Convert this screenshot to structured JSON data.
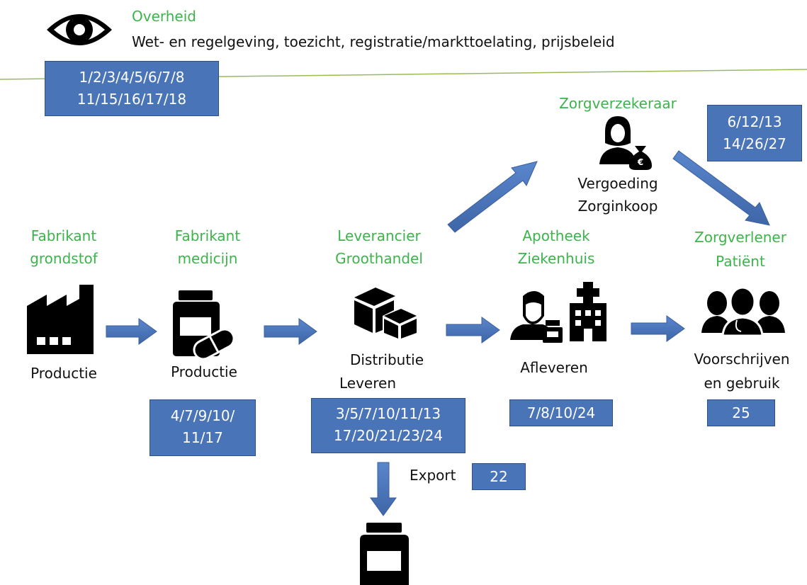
{
  "top": {
    "title": "Overheid",
    "subtitle": "Wet- en regelgeving, toezicht, registratie/markttoelating, prijsbeleid",
    "codes_line1": "1/2/3/4/5/6/7/8",
    "codes_line2": "11/15/16/17/18"
  },
  "insurer": {
    "title": "Zorgverzekeraar",
    "label_line1": "Vergoeding",
    "label_line2": "Zorginkoop",
    "codes_line1": "6/12/13",
    "codes_line2": "14/26/27"
  },
  "stages": [
    {
      "title_line1": "Fabrikant",
      "title_line2": "grondstof",
      "label_line1": "Productie",
      "label_line2": "",
      "codes_line1": "",
      "codes_line2": ""
    },
    {
      "title_line1": "Fabrikant",
      "title_line2": "medicijn",
      "label_line1": "Productie",
      "label_line2": "",
      "codes_line1": "4/7/9/10/",
      "codes_line2": "11/17"
    },
    {
      "title_line1": "Leverancier",
      "title_line2": "Groothandel",
      "label_line1": "Distributie",
      "label_line2": "Leveren",
      "codes_line1": "3/5/7/10/11/13",
      "codes_line2": "17/20/21/23/24"
    },
    {
      "title_line1": "Apotheek",
      "title_line2": "Ziekenhuis",
      "label_line1": "Afleveren",
      "label_line2": "",
      "codes_line1": "7/8/10/24",
      "codes_line2": ""
    },
    {
      "title_line1": "Zorgverlener",
      "title_line2": "Patiënt",
      "label_line1": "Voorschrijven",
      "label_line2": "en gebruik",
      "codes_line1": "25",
      "codes_line2": ""
    }
  ],
  "export": {
    "label": "Export",
    "code": "22"
  },
  "icons": [
    "eye-icon",
    "factory-icon",
    "medicine-bottle-pill-icon",
    "boxes-icon",
    "pharmacist-hospital-icon",
    "patients-doctor-icon",
    "insurer-money-bag-icon",
    "medicine-bottle-icon"
  ],
  "colors": {
    "role_text": "#3cb44b",
    "box_fill": "#4a74b8",
    "arrow_fill": "#4a74b8",
    "divider": "#9bbb59"
  }
}
